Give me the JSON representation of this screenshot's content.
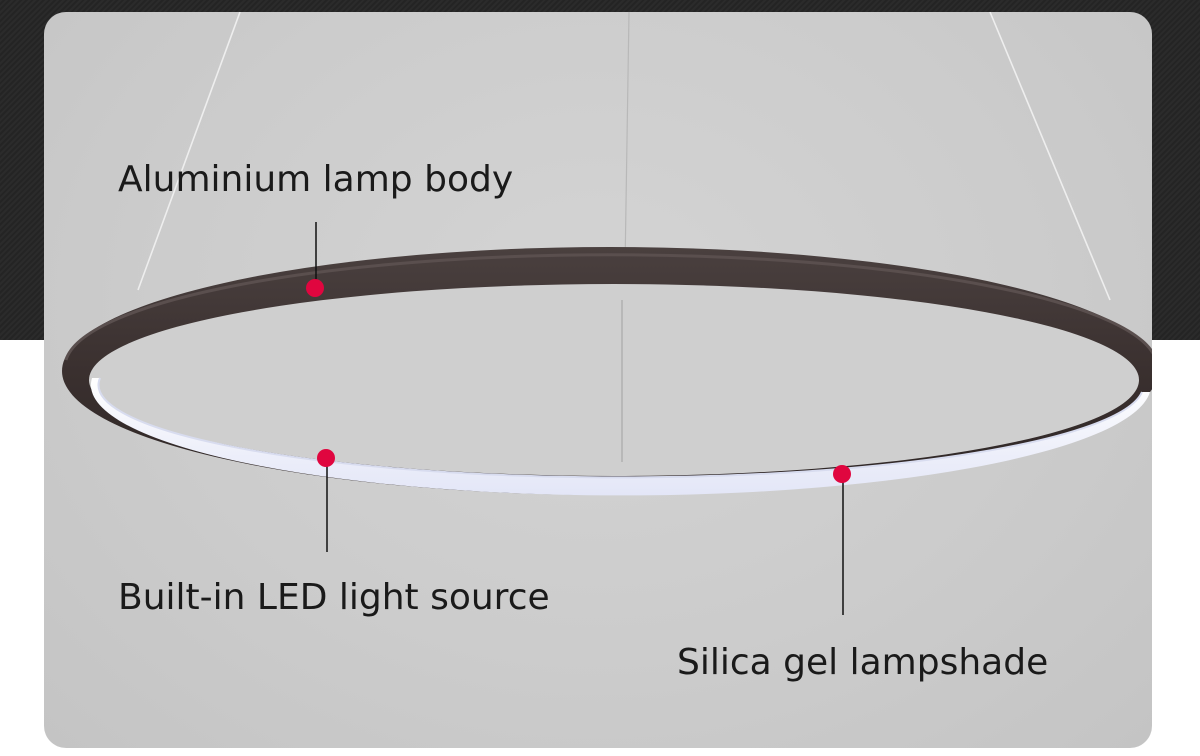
{
  "callouts": {
    "lamp_body": "Aluminium lamp body",
    "led_source": "Built-in LED light source",
    "lampshade": "Silica gel lampshade"
  },
  "colors": {
    "marker": "#e0063f",
    "ring_frame": "#3e3433",
    "diffuser": "#eef0fb"
  }
}
